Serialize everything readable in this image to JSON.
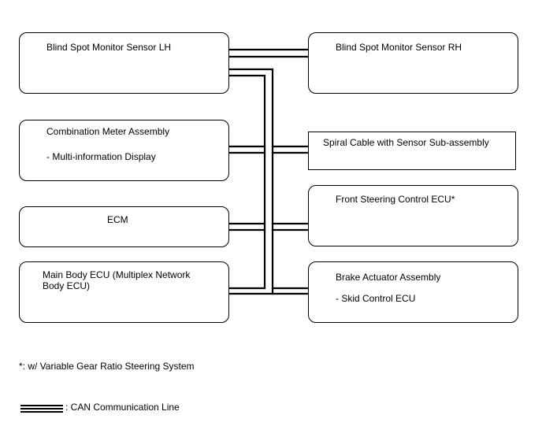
{
  "nodes": {
    "bsm_lh": {
      "title": "Blind Spot Monitor Sensor LH"
    },
    "bsm_rh": {
      "title": "Blind Spot Monitor Sensor RH"
    },
    "combination_meter": {
      "title": "Combination Meter Assembly",
      "sub": "- Multi-information Display"
    },
    "spiral_cable": {
      "title": "Spiral Cable with Sensor Sub-assembly"
    },
    "ecm": {
      "title": "ECM"
    },
    "front_steering": {
      "title": "Front Steering Control ECU*"
    },
    "main_body": {
      "title_line1": "Main Body ECU (Multiplex Network",
      "title_line2": "Body ECU)"
    },
    "brake_actuator": {
      "title": "Brake Actuator Assembly",
      "sub": "- Skid Control ECU"
    }
  },
  "notes": {
    "footnote": "*: w/ Variable Gear Ratio Steering System",
    "legend_label": ": CAN Communication Line"
  }
}
